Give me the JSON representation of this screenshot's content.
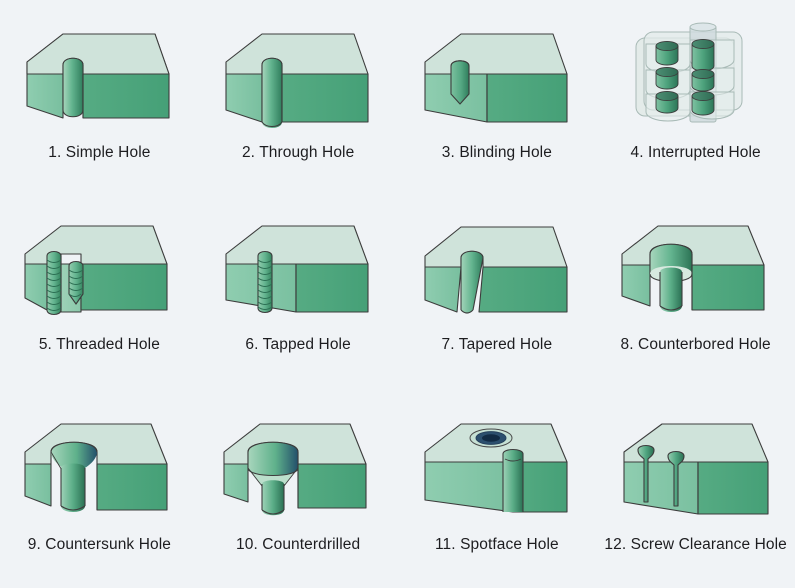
{
  "page": {
    "background_color": "#f0f3f6",
    "title_text_color": "#1d1d20",
    "columns": 4,
    "rows": 3,
    "total_items": 12
  },
  "palette": {
    "top_face_light": "#cfe3da",
    "top_face_light_2": "#c2ddd2",
    "left_face_mid": "#86c7a8",
    "right_face_dark": "#4ba47b",
    "bore_dark": "#2e7b5c",
    "bore_shadow": "#1d3f57",
    "outline": "#3a3a3a",
    "thread_line": "#2b6e52",
    "ghost_fill": "#dfe9e6",
    "ghost_stroke": "#9fb3ae",
    "spotface_navy": "#1b3f66",
    "spotface_inner": "#11314f"
  },
  "items": [
    {
      "index": "1",
      "name": "Simple Hole",
      "caption": "1. Simple Hole",
      "icon": "simple-hole-illustration"
    },
    {
      "index": "2",
      "name": "Through Hole",
      "caption": "2. Through Hole",
      "icon": "through-hole-illustration"
    },
    {
      "index": "3",
      "name": "Blinding Hole",
      "caption": "3. Blinding Hole",
      "icon": "blinding-hole-illustration"
    },
    {
      "index": "4",
      "name": "Interrupted Hole",
      "caption": "4. Interrupted Hole",
      "icon": "interrupted-hole-illustration"
    },
    {
      "index": "5",
      "name": "Threaded Hole",
      "caption": "5. Threaded Hole",
      "icon": "threaded-hole-illustration"
    },
    {
      "index": "6",
      "name": "Tapped Hole",
      "caption": "6. Tapped Hole",
      "icon": "tapped-hole-illustration"
    },
    {
      "index": "7",
      "name": "Tapered Hole",
      "caption": "7. Tapered Hole",
      "icon": "tapered-hole-illustration"
    },
    {
      "index": "8",
      "name": "Counterbored Hole",
      "caption": "8. Counterbored Hole",
      "icon": "counterbored-hole-illustration"
    },
    {
      "index": "9",
      "name": "Countersunk Hole",
      "caption": "9. Countersunk Hole",
      "icon": "countersunk-hole-illustration"
    },
    {
      "index": "10",
      "name": "Counterdrilled",
      "caption": "10. Counterdrilled",
      "icon": "counterdrilled-hole-illustration"
    },
    {
      "index": "11",
      "name": "Spotface Hole",
      "caption": "11. Spotface Hole",
      "icon": "spotface-hole-illustration"
    },
    {
      "index": "12",
      "name": "Screw Clearance Hole",
      "caption": "12. Screw Clearance Hole",
      "icon": "screw-clearance-hole-illustration"
    }
  ]
}
